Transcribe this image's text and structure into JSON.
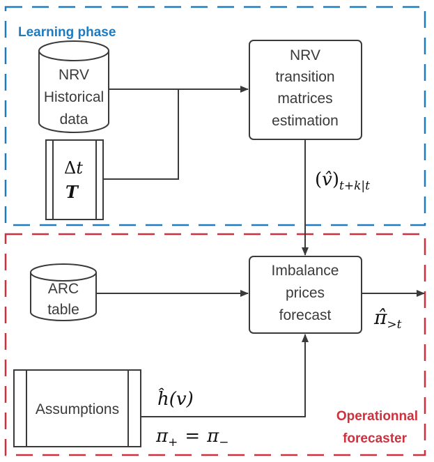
{
  "phases": {
    "learning": {
      "label": "Learning phase",
      "color": "#1f7bbf"
    },
    "operational": {
      "label_line1": "Operationnal",
      "label_line2": "forecaster",
      "color": "#d0303d"
    }
  },
  "nodes": {
    "nrv_data": {
      "lines": [
        "NRV",
        "Historical",
        "data"
      ]
    },
    "params": {
      "line1_delta": "Δ",
      "line1_var": "t",
      "line2": "T"
    },
    "transition": {
      "lines": [
        "NRV",
        "transition",
        "matrices",
        "estimation"
      ]
    },
    "arc": {
      "lines": [
        "ARC",
        "table"
      ]
    },
    "imbalance": {
      "lines": [
        "Imbalance",
        "prices",
        "forecast"
      ]
    },
    "assumptions": {
      "label": "Assumptions"
    }
  },
  "edge_labels": {
    "v_hat": {
      "open": "(",
      "var": "v̂",
      "close": ")",
      "sub": "t+k|t"
    },
    "pi_hat": {
      "var": "π̂",
      "sub": ">t"
    },
    "h_hat": {
      "text": "ĥ(v)"
    },
    "pi_eq": {
      "left": "π",
      "left_sub": "+",
      "eq": "=",
      "right": "π",
      "right_sub": "−"
    }
  }
}
